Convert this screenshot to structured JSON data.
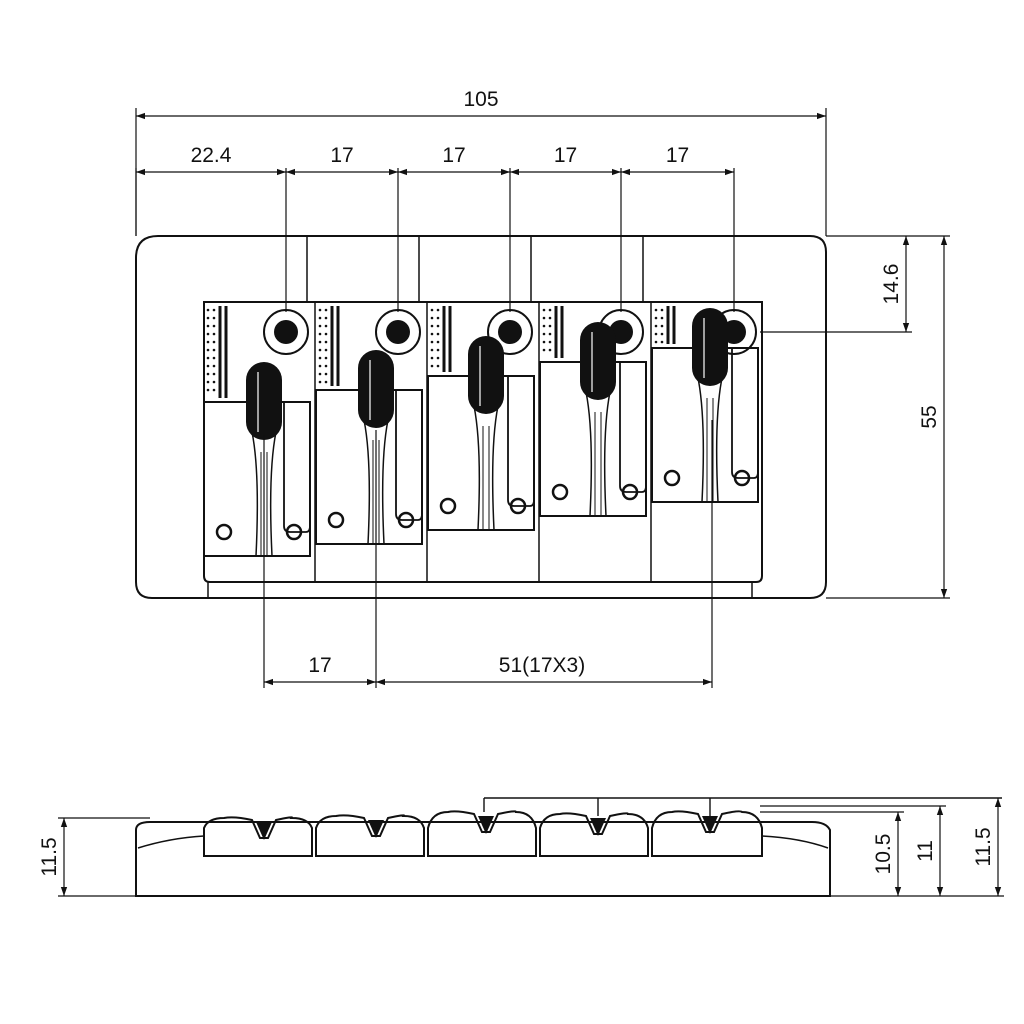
{
  "colors": {
    "ink": "#111111",
    "paper": "#ffffff"
  },
  "top_view": {
    "overall_width": "105",
    "first_spacing": "22.4",
    "string_spacings": [
      "17",
      "17",
      "17",
      "17"
    ],
    "depth_to_string_holes": "14.6",
    "overall_depth": "55",
    "saddle_spacing": "17",
    "saddle_span": "51(17X3)"
  },
  "side_view": {
    "left_height": "11.5",
    "heights_right": [
      "10.5",
      "11",
      "11.5"
    ]
  }
}
